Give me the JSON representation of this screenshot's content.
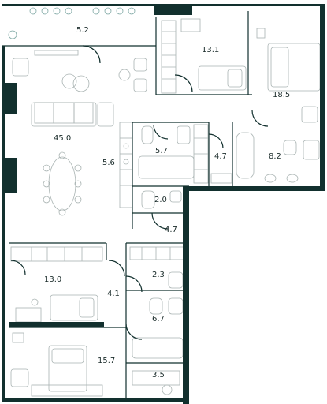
{
  "colors": {
    "wall": "#12302e",
    "furniture": "#a9b3b2",
    "accent": "#7fa8a4",
    "text": "#1a2b2a"
  },
  "rooms": [
    {
      "id": "balcony",
      "area": "5.2"
    },
    {
      "id": "bedroom-top",
      "area": "13.1"
    },
    {
      "id": "master-bedroom",
      "area": "18.5"
    },
    {
      "id": "living-kitchen",
      "area": "45.0"
    },
    {
      "id": "bathroom-small",
      "area": "5.7"
    },
    {
      "id": "corridor-top",
      "area": "5.6"
    },
    {
      "id": "dressing",
      "area": "4.7"
    },
    {
      "id": "master-bath",
      "area": "8.2"
    },
    {
      "id": "wc",
      "area": "2.0"
    },
    {
      "id": "hall",
      "area": "4.7"
    },
    {
      "id": "bedroom-left",
      "area": "13.0"
    },
    {
      "id": "corridor-lower",
      "area": "4.1"
    },
    {
      "id": "closet",
      "area": "2.3"
    },
    {
      "id": "bathroom-lower",
      "area": "6.7"
    },
    {
      "id": "bedroom-bottom",
      "area": "15.7"
    },
    {
      "id": "laundry",
      "area": "3.5"
    }
  ]
}
